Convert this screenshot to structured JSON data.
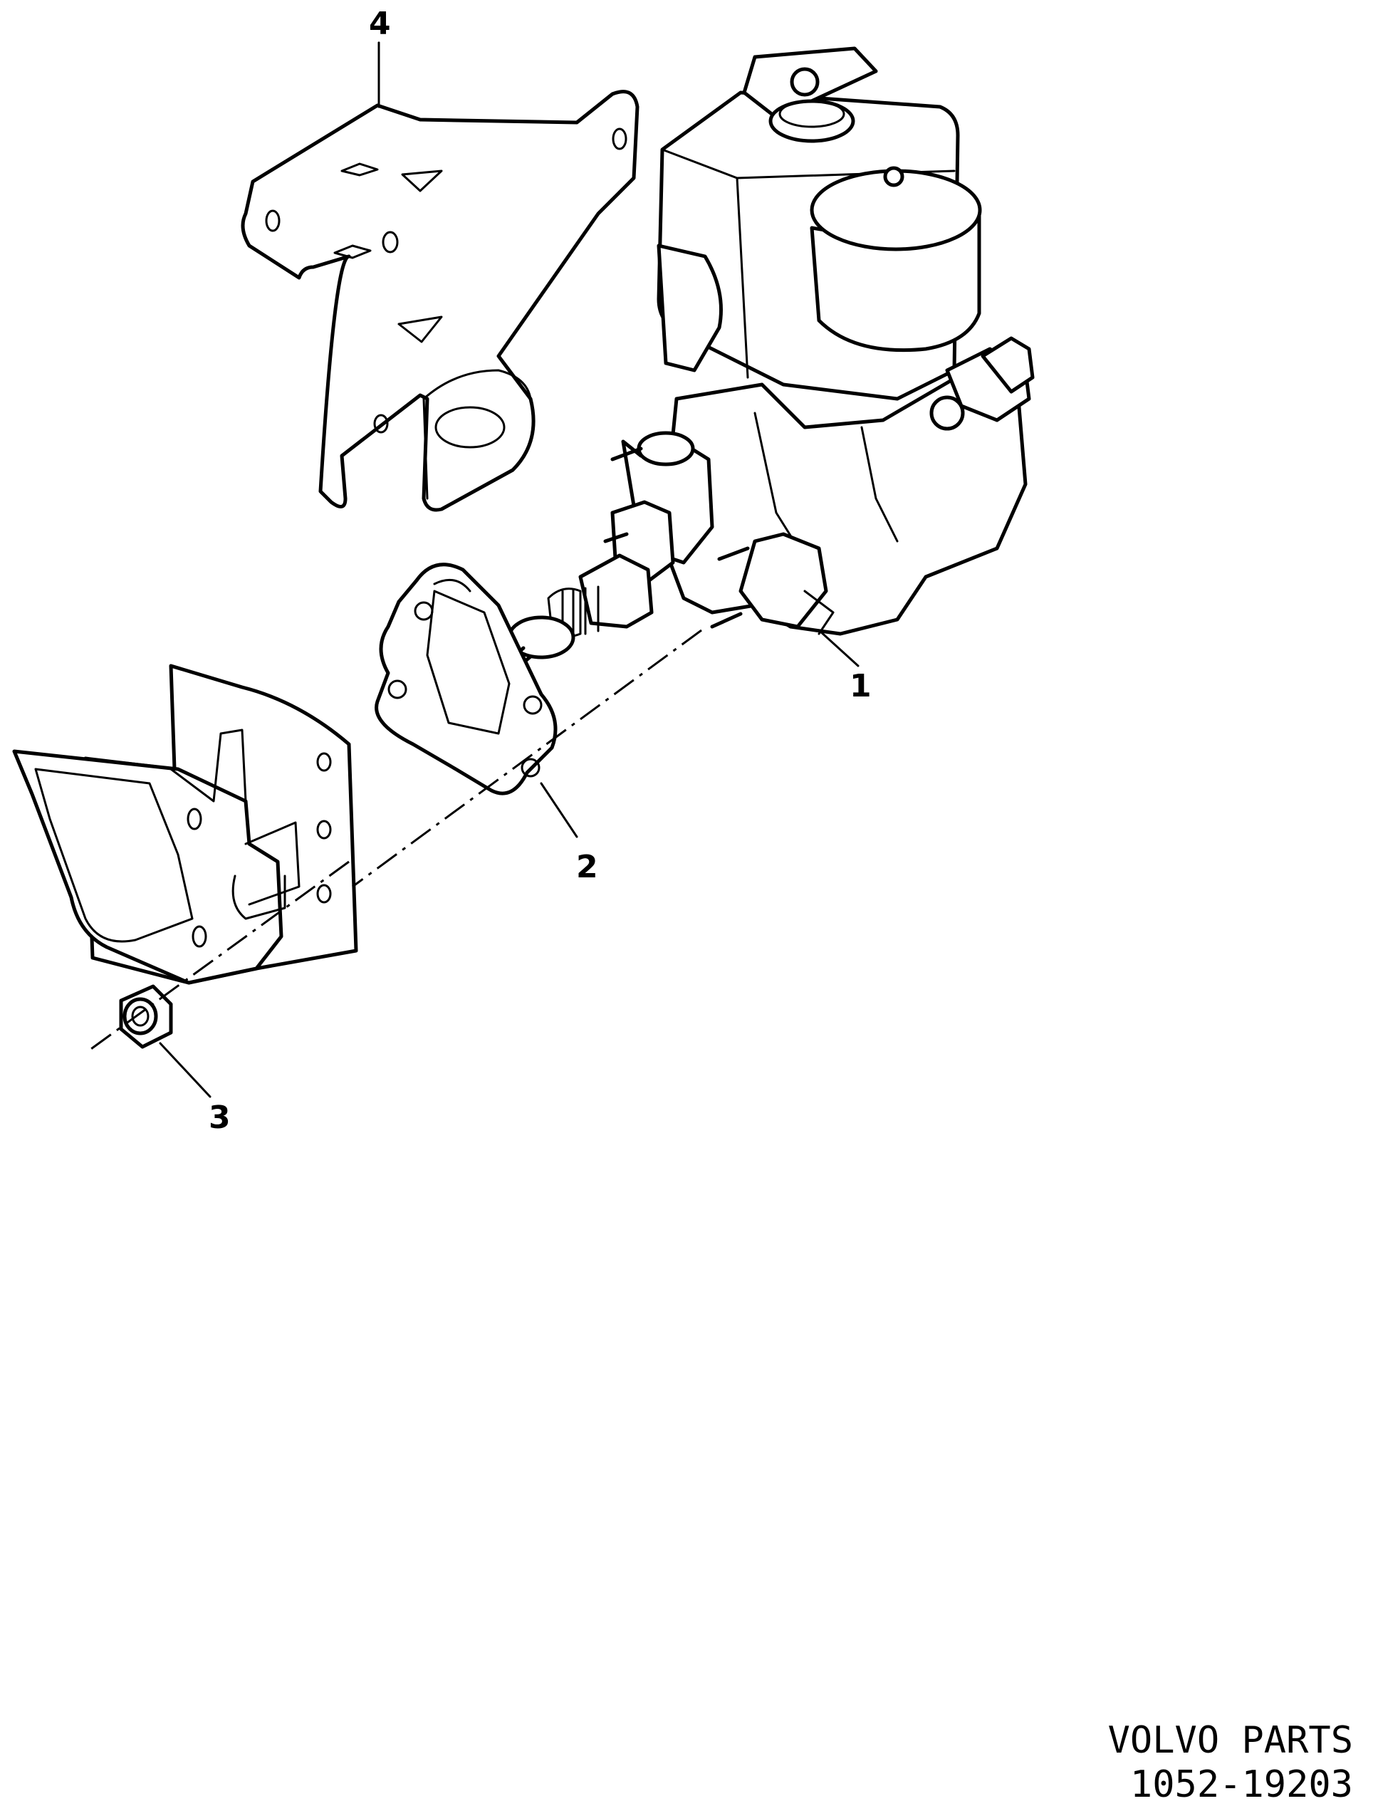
{
  "callouts": [
    {
      "id": "1",
      "label": "1"
    },
    {
      "id": "2",
      "label": "2"
    },
    {
      "id": "3",
      "label": "3"
    },
    {
      "id": "4",
      "label": "4"
    }
  ],
  "footer": {
    "brand": "VOLVO PARTS",
    "code": "1052-19203"
  }
}
